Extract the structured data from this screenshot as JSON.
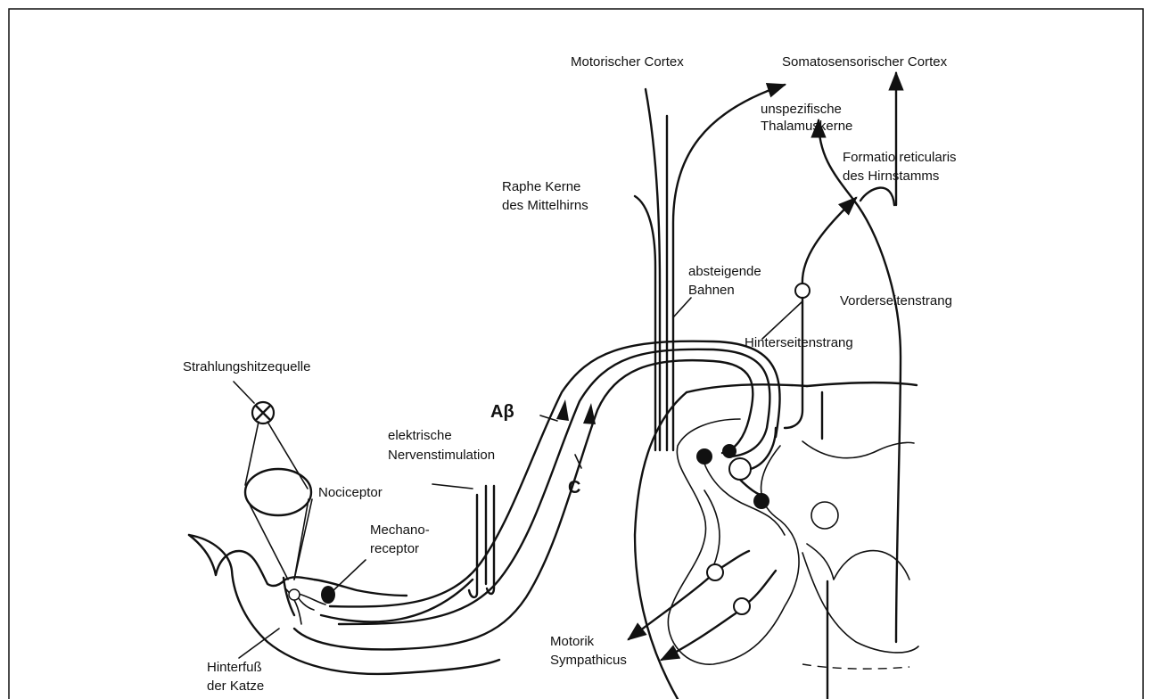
{
  "labels": {
    "motor_cortex": "Motorischer Cortex",
    "somatosensory_cortex": "Somatosensorischer Cortex",
    "unspecific_thalamus_1": "unspezifische",
    "unspecific_thalamus_2": "Thalamuskerne",
    "reticular_1": "Formatio reticularis",
    "reticular_2": "des Hirnstamms",
    "raphe_1": "Raphe Kerne",
    "raphe_2": "des Mittelhirns",
    "descending_1": "absteigende",
    "descending_2": "Bahnen",
    "anterolateral": "Vorderseitenstrang",
    "dorsolateral": "Hinterseitenstrang",
    "heat_source": "Strahlungshitzequelle",
    "a_beta": "Aβ",
    "c_fiber": "C",
    "electrical_1": "elektrische",
    "electrical_2": "Nervenstimulation",
    "nociceptor": "Nociceptor",
    "mechano_1": "Mechano-",
    "mechano_2": "receptor",
    "motor_1": "Motorik",
    "motor_2": "Sympathicus",
    "hindpaw_1": "Hinterfuß",
    "hindpaw_2": "der Katze"
  }
}
